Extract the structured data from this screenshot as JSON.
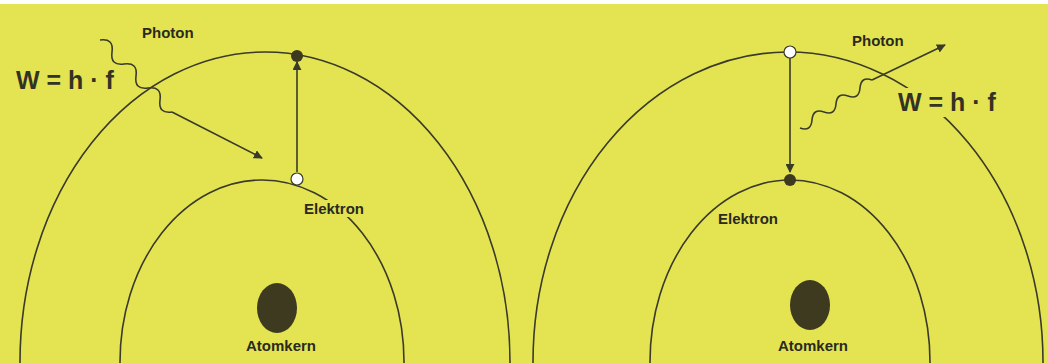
{
  "diagram": {
    "labels": [
      "Photon",
      "W = h · f",
      "Elektron",
      "Atomkern",
      "Elektron",
      "Photon",
      "W = h · f",
      "Atomkern"
    ]
  }
}
